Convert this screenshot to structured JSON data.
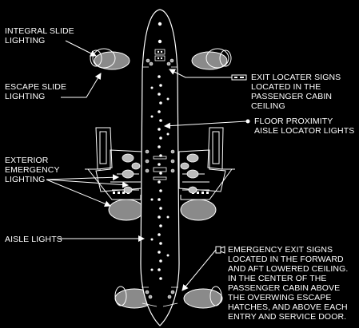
{
  "labels": {
    "integral_slide": "INTEGRAL SLIDE\nLIGHTING",
    "escape_slide": "ESCAPE SLIDE\nLIGHTING",
    "exterior_emergency": "EXTERIOR\nEMERGENCY\nLIGHTING",
    "aisle_lights": "AISLE LIGHTS",
    "exit_locater": "EXIT LOCATER SIGNS\nLOCATED IN THE\nPASSENGER CABIN\nCEILING",
    "floor_proximity": "FLOOR PROXIMITY\nAISLE LOCATOR LIGHTS",
    "emergency_exit_signs": "EMERGENCY EXIT SIGNS\nLOCATED IN THE FORWARD\nAND AFT LOWERED CEILING.\nIN THE CENTER OF THE\nPASSENGER CABIN ABOVE\nTHE OVERWING ESCAPE\nHATCHES, AND ABOVE EACH\nENTRY AND SERVICE DOOR."
  },
  "colors": {
    "background": "#000000",
    "line": "#ffffff",
    "slide_fill": "#8a8a8a"
  }
}
